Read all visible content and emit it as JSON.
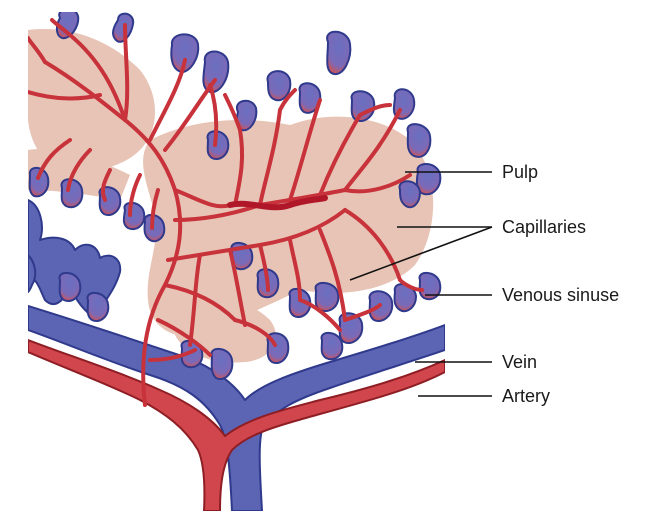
{
  "labels": {
    "pulp": "Pulp",
    "capillaries": "Capillaries",
    "venous_sinuse": "Venous sinuse",
    "vein": "Vein",
    "artery": "Artery"
  },
  "colors": {
    "pulp": "#e8c4b6",
    "vein": "#5c64b4",
    "artery": "#c8323a",
    "vein_outline": "#2f3a8c",
    "artery_outline": "#8e1e24",
    "background": "#ffffff",
    "leader": "#111111"
  }
}
